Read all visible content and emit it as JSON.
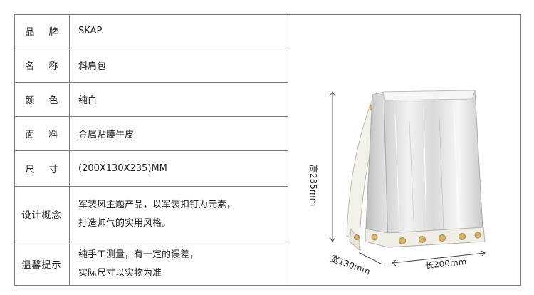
{
  "spec_table": {
    "rows": [
      {
        "label": "品 牌",
        "value": "SKAP"
      },
      {
        "label": "名 称",
        "value": "斜肩包"
      },
      {
        "label": "颜 色",
        "value": "纯白"
      },
      {
        "label": "面 料",
        "value": "金属贴膜牛皮"
      },
      {
        "label": "尺 寸",
        "value": "(200X130X235)MM"
      },
      {
        "label": "设计概念",
        "lines": [
          "军装风主题产品，以军装扣钉为元素，",
          "打造帅气的实用风格。"
        ]
      },
      {
        "label": "温馨提示",
        "lines": [
          "纯手工测量，有一定的误差，",
          "实际尺寸以实物为准"
        ]
      }
    ]
  },
  "product_image": {
    "height_label": "高235mm",
    "width_label": "宽130mm",
    "length_label": "长200mm"
  }
}
